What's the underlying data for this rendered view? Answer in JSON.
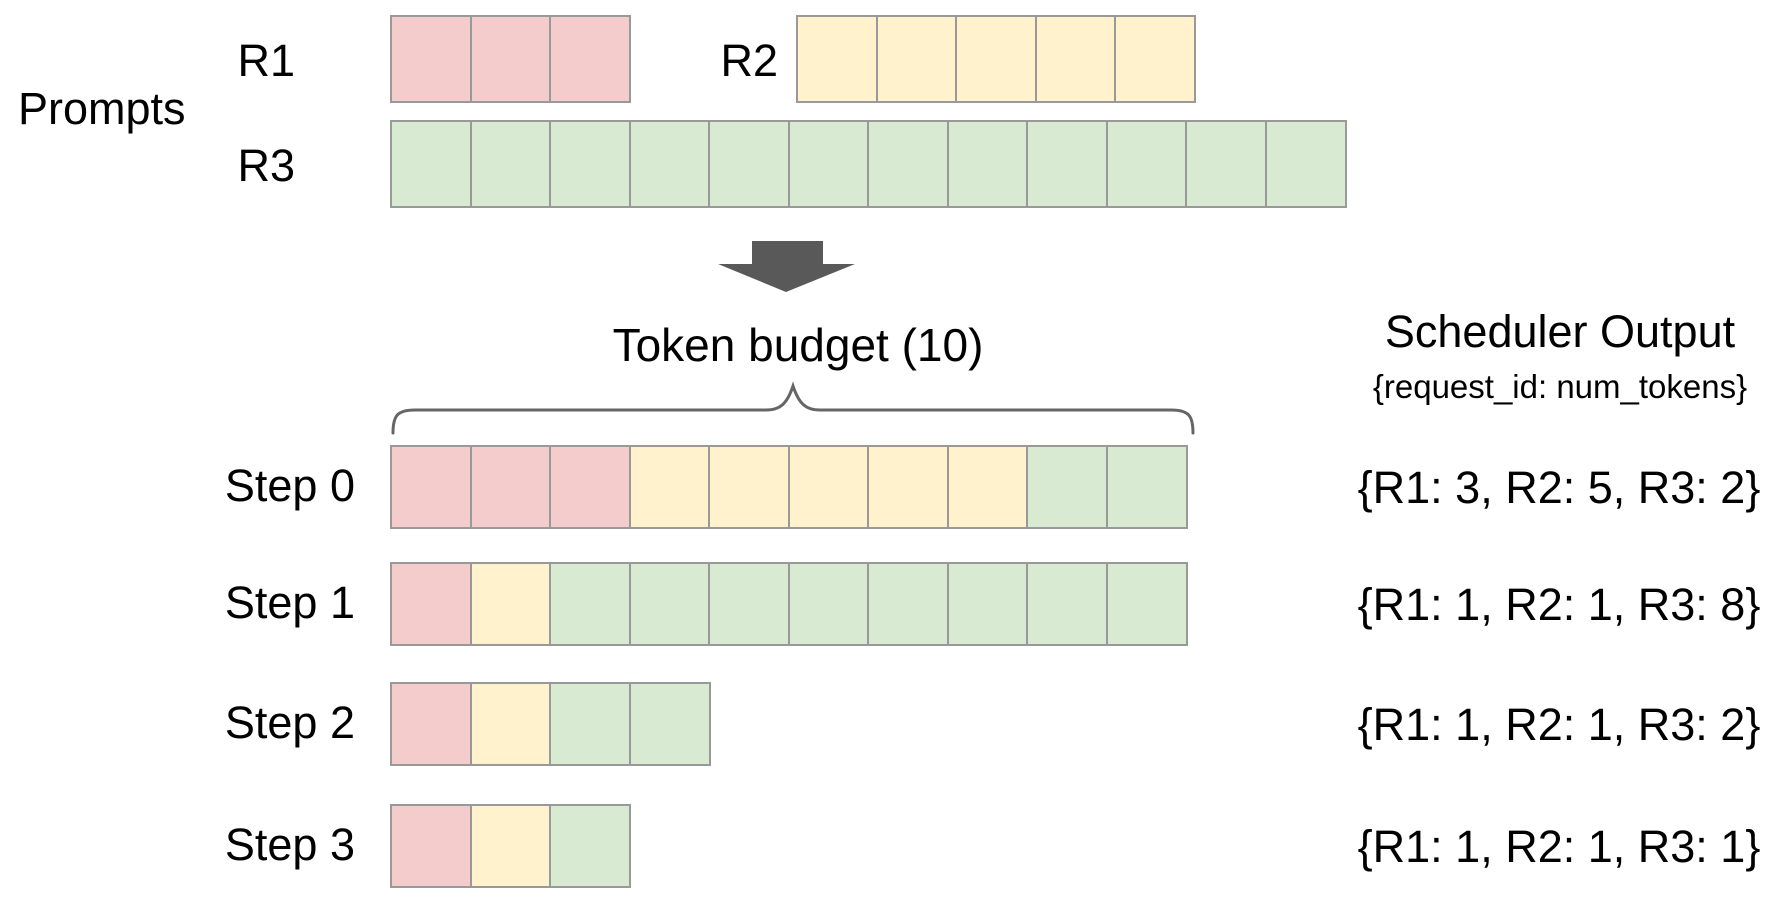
{
  "colors": {
    "fills": {
      "R1": "#f4cccc",
      "R2": "#fff2cc",
      "R3": "#d9ead3"
    },
    "cell_border": "#999999",
    "arrow_fill": "#595959",
    "brace_stroke": "#666666",
    "text": "#000000",
    "background": "#ffffff"
  },
  "prompts": {
    "section_label": "Prompts",
    "requests": [
      {
        "id": "R1",
        "label": "R1",
        "tokens": 3
      },
      {
        "id": "R2",
        "label": "R2",
        "tokens": 5
      },
      {
        "id": "R3",
        "label": "R3",
        "tokens": 12
      }
    ]
  },
  "token_budget": {
    "label": "Token budget (10)",
    "budget": 10
  },
  "scheduler_output": {
    "title": "Scheduler Output",
    "subtitle": "{request_id: num_tokens}"
  },
  "steps": [
    {
      "label": "Step 0",
      "allocations": [
        {
          "request": "R1",
          "tokens": 3
        },
        {
          "request": "R2",
          "tokens": 5
        },
        {
          "request": "R3",
          "tokens": 2
        }
      ],
      "output": "{R1: 3, R2: 5, R3: 2}"
    },
    {
      "label": "Step 1",
      "allocations": [
        {
          "request": "R1",
          "tokens": 1
        },
        {
          "request": "R2",
          "tokens": 1
        },
        {
          "request": "R3",
          "tokens": 8
        }
      ],
      "output": "{R1: 1, R2: 1, R3: 8}"
    },
    {
      "label": "Step 2",
      "allocations": [
        {
          "request": "R1",
          "tokens": 1
        },
        {
          "request": "R2",
          "tokens": 1
        },
        {
          "request": "R3",
          "tokens": 2
        }
      ],
      "output": "{R1: 1, R2: 1, R3: 2}"
    },
    {
      "label": "Step 3",
      "allocations": [
        {
          "request": "R1",
          "tokens": 1
        },
        {
          "request": "R2",
          "tokens": 1
        },
        {
          "request": "R3",
          "tokens": 1
        }
      ],
      "output": "{R1: 1, R2: 1, R3: 1}"
    }
  ]
}
